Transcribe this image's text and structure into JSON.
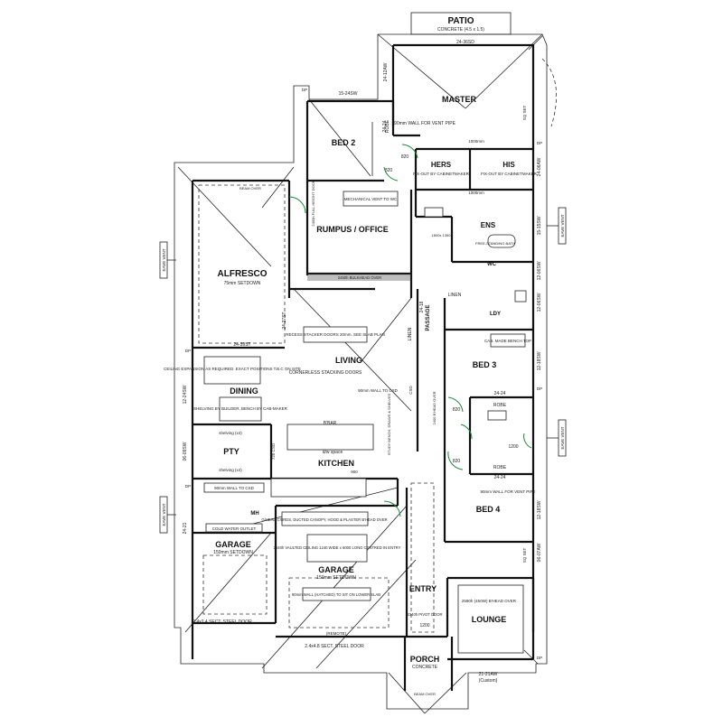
{
  "rooms": {
    "patio": "PATIO",
    "patio_sub": "CONCRETE (4.5 x 1.5)",
    "master": "MASTER",
    "bed2": "BED 2",
    "hers": "HERS",
    "his": "HIS",
    "ens": "ENS",
    "rumpus": "RUMPUS / OFFICE",
    "alfresco": "ALFRESCO",
    "alfresco_sub": "75mm SETDOWN",
    "living": "LIVING",
    "dining": "DINING",
    "pty": "PTY",
    "kitchen": "KITCHEN",
    "passage": "PASSAGE",
    "bed3": "BED 3",
    "bed4": "BED 4",
    "garage_left": "GARAGE",
    "garage_left_sub": "150mm SETDOWN",
    "garage_mid": "GARAGE",
    "garage_mid_sub": "150mm SETDOWN",
    "entry": "ENTRY",
    "lounge": "LOUNGE",
    "porch": "PORCH",
    "porch_sub": "CONCRETE",
    "robe_bed3": "ROBE",
    "robe_bed4": "ROBE",
    "robe_bed2": "ROBE",
    "linen1": "LINEN",
    "linen2": "LINEN",
    "wc": "WC",
    "ldy": "LDY",
    "mh": "MH",
    "bar": "B'BAR",
    "dw_space": "d/w space"
  },
  "notes": {
    "vent_pipe_master": "90mm WALL FOR VENT PIPE",
    "hers_fix": "FIX-OUT BY CABINETMAKER",
    "his_fix": "FIX-OUT BY CABINETMAKER",
    "mech_vent": "MECHANICAL VENT TO WC",
    "freestanding_bath": "FREE-STANDING BATH",
    "bath_size": "1800x 1350",
    "recess_doors": "RECESS STACKER DOORS 20mm. SEE SLAB PLAN",
    "cornerless": "CORNERLESS STACKING DOORS",
    "ceiling_expansion": "CEILING EXPANSION AS REQUIRED. EXACT POSITIONS T.B.C ON SITE",
    "shelving_builder": "SHELVING BY BUILDER. BENCH BY CAB-MAKER",
    "shelving1": "shelving (x4)",
    "shelving2": "shelving (x4)",
    "wall_csd_bed3": "90mm WALL TO CSD",
    "wall_csd_garage": "90mm WALL TO CSD",
    "study_bench": "STUDY BENCH, DRAWS & SHELVES",
    "bhead_2400": "2400 B'HEAD OVER",
    "cab_made_bench": "CAB. MADE BENCH TOP",
    "vent_pipe_bed4": "90mm WALL FOR VENT PIPE",
    "cold_water": "COLD WATER OUTLET",
    "canopy": "G/HEAD C'BRDS, DUCTED CANOPY, HOOD & PLASTER B'HEAD OVER",
    "vaulted": "3040h VAULTED CEILING 1240 WIDE x 6000 LONG CENTRED IN ENTRY",
    "wall_hatched": "90mm WALL (HATCHED) TO SIT ON LOWER SLAB",
    "lounge_bhead": "2590h (450W) B'HEAD OVER",
    "pivot_door": "2340h PIVOT DOOR",
    "pivot_width": "1200",
    "remote": "(REMOTE)",
    "bulkhead": "2450h BULKHEAD OVER",
    "beam_over_alfresco": "BEAM OVER",
    "beam_over_porch": "BEAM OVER",
    "full_height_lintel": "2400h FULL HEIGHT DOOR",
    "sq_set": "SQ SET",
    "sq_set_bed4": "SQ SET",
    "door_820_1": "820",
    "door_820_2": "820",
    "door_820_3": "820",
    "door_820_4": "820",
    "door_1200": "1200",
    "dim_1000_1": "1000mm",
    "dim_1000_2": "1000mm",
    "dim_900": "900",
    "csd": "CSD",
    "csd_2": "720 CSD"
  },
  "dimensions": {
    "sd_24_36": "24-36SD",
    "aw_24_12": "24-12AW",
    "sw_15_24": "15-24SW",
    "aw_24_06": "24-06AW",
    "sw_15_15": "15-15SW",
    "sw_12_06_1": "12-06SW",
    "sw_12_06_2": "12-06SW",
    "sw_12_18": "12-18SW",
    "sw_12_24": "12-24SW",
    "st_24_39": "24-39ST",
    "st_24_27": "24-27ST",
    "sw_06_09": "06-09SW",
    "aw_24_21": "24-21",
    "aw_06_07": "06-07AW",
    "aw_21_21": "21-21AW",
    "sw_12_18_b": "12-18SW",
    "p_24_18": "24-18",
    "dim_24_24_1": "24-24",
    "dim_24_24_2": "24-24",
    "dim_24_24_rumpus": "24-24",
    "garage_door_left": "2.4x2.4 SECT. STEEL DOOR",
    "garage_door_mid": "2.4x4.8 SECT. STEEL DOOR",
    "custom": "(Custom)"
  },
  "labels": {
    "eave_vent_1": "EAVE VENT",
    "eave_vent_2": "EAVE VENT",
    "eave_vent_3": "EAVE VENT",
    "eave_vent_4": "EAVE VENT",
    "dp": "DP",
    "dp2": "DP",
    "dp3": "DP",
    "dp4": "DP",
    "dp5": "DP",
    "dp6": "DP"
  },
  "colors": {
    "wall": "#111111",
    "door_swing": "#1a8a3a",
    "background": "#ffffff"
  }
}
